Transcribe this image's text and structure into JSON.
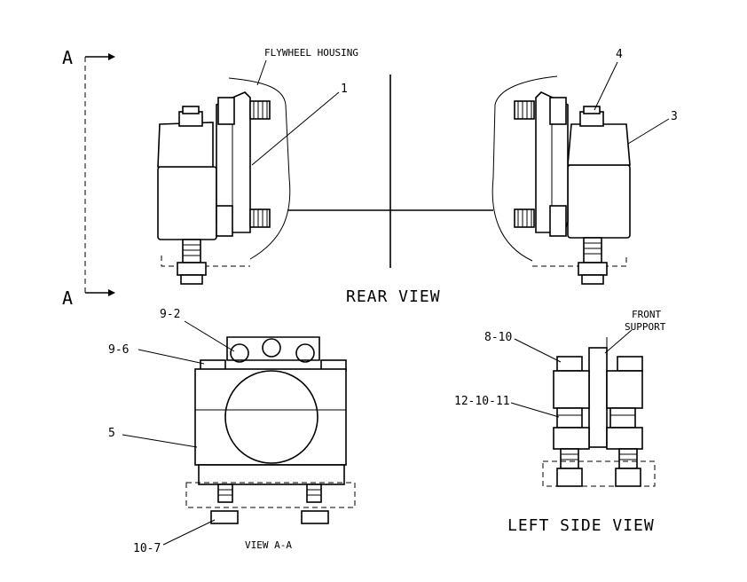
{
  "section_marker": {
    "top": "A",
    "bottom": "A"
  },
  "views": {
    "rear": "REAR VIEW",
    "section_aa": "VIEW A-A",
    "left_side": "LEFT SIDE VIEW"
  },
  "notes": {
    "flywheel_housing": "FLYWHEEL HOUSING",
    "front_support_line1": "FRONT",
    "front_support_line2": "SUPPORT"
  },
  "callouts": {
    "c1": "1",
    "c3": "3",
    "c4": "4",
    "c5": "5",
    "c9_2": "9-2",
    "c9_6": "9-6",
    "c10_7": "10-7",
    "c8_10": "8-10",
    "c12_10_11": "12-10-11"
  }
}
